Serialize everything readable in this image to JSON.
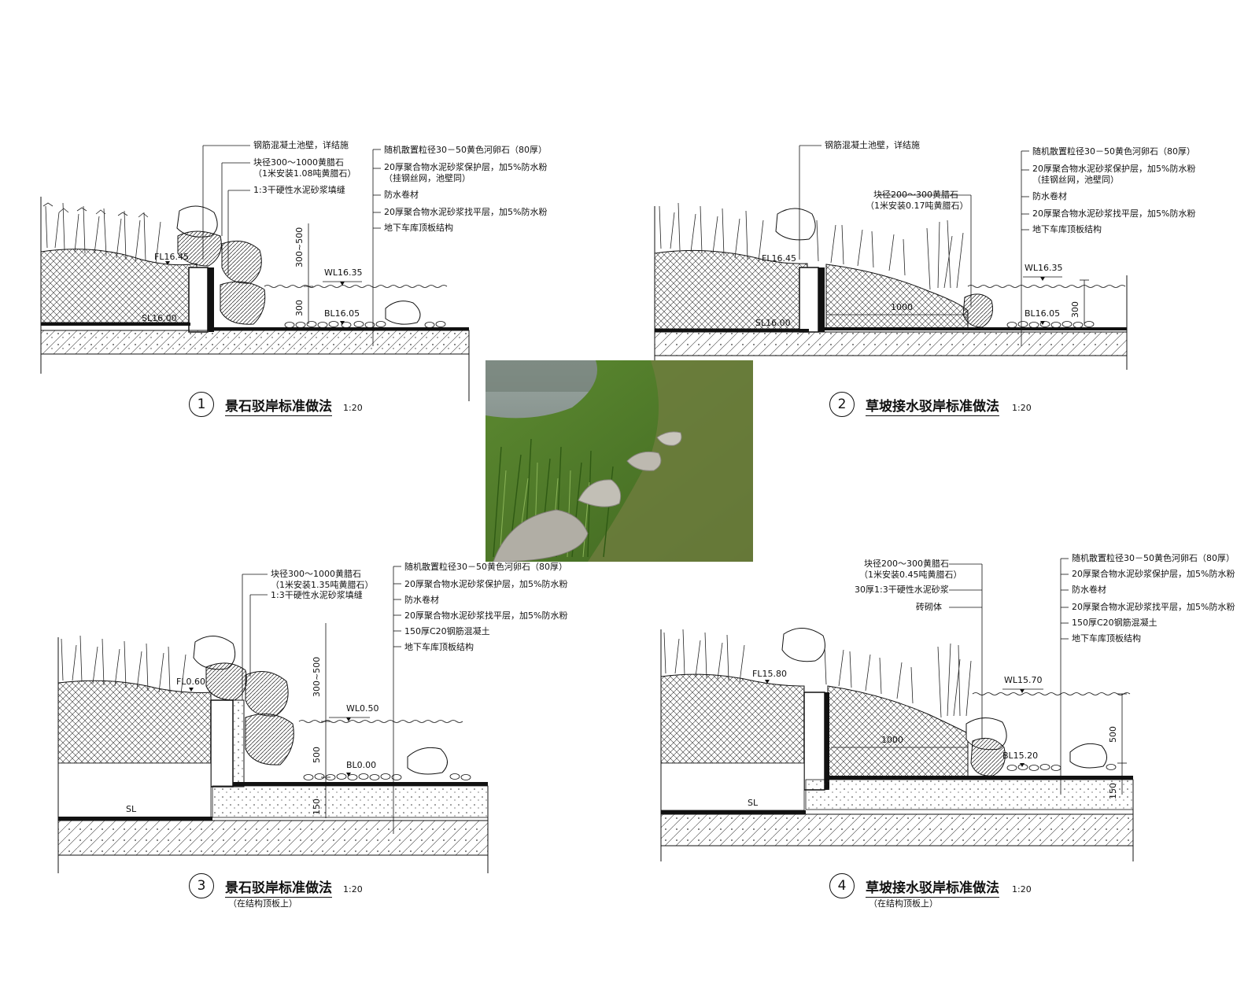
{
  "sections": [
    {
      "id": "s1",
      "number": "1",
      "title": "景石驳岸标准做法",
      "scale": "1:20",
      "subtitle": "",
      "labels_left": [
        "钢筋混凝土池壁，详结施",
        "块径300～1000黄腊石",
        "（1米安装1.08吨黄腊石）",
        "1:3干硬性水泥砂浆填缝"
      ],
      "labels_right": [
        "随机散置粒径30－50黄色河卵石（80厚）",
        "20厚聚合物水泥砂浆保护层，加5%防水粉",
        "（挂钢丝网，池壁同）",
        "防水卷材",
        "20厚聚合物水泥砂浆找平层，加5%防水粉",
        "地下车库顶板结构"
      ],
      "levels": {
        "wl": "WL16.35",
        "bl": "BL16.05",
        "sl": "SL16.00",
        "top": "FL16.45"
      },
      "dims": [
        "300~500",
        "300"
      ]
    },
    {
      "id": "s2",
      "number": "2",
      "title": "草坡接水驳岸标准做法",
      "scale": "1:20",
      "subtitle": "",
      "labels_left": [
        "钢筋混凝土池壁，详结施",
        "块径200～300黄腊石",
        "（1米安装0.17吨黄腊石）"
      ],
      "labels_right": [
        "随机散置粒径30－50黄色河卵石（80厚）",
        "20厚聚合物水泥砂浆保护层，加5%防水粉",
        "（挂钢丝网，池壁同）",
        "防水卷材",
        "20厚聚合物水泥砂浆找平层，加5%防水粉",
        "地下车库顶板结构"
      ],
      "levels": {
        "wl": "WL16.35",
        "bl": "BL16.05",
        "sl": "SL16.00",
        "top": "FL16.45"
      },
      "dims": [
        "1000",
        "300"
      ]
    },
    {
      "id": "s3",
      "number": "3",
      "title": "景石驳岸标准做法",
      "scale": "1:20",
      "subtitle": "（在结构顶板上）",
      "labels_left": [
        "块径300～1000黄腊石",
        "（1米安装1.35吨黄腊石）",
        "1:3干硬性水泥砂浆填缝"
      ],
      "labels_right": [
        "随机散置粒径30－50黄色河卵石（80厚）",
        "20厚聚合物水泥砂浆保护层，加5%防水粉",
        "防水卷材",
        "20厚聚合物水泥砂浆找平层，加5%防水粉",
        "150厚C20钢筋混凝土",
        "地下车库顶板结构"
      ],
      "levels": {
        "wl": "WL0.50",
        "bl": "BL0.00",
        "sl": "SL",
        "top": "FL0.60"
      },
      "dims": [
        "300~500",
        "500",
        "150"
      ]
    },
    {
      "id": "s4",
      "number": "4",
      "title": "草坡接水驳岸标准做法",
      "scale": "1:20",
      "subtitle": "（在结构顶板上）",
      "labels_left": [
        "块径200～300黄腊石",
        "（1米安装0.45吨黄腊石）",
        "30厚1:3干硬性水泥砂浆",
        "砖砌体"
      ],
      "labels_right": [
        "随机散置粒径30－50黄色河卵石（80厚）",
        "20厚聚合物水泥砂浆保护层，加5%防水粉",
        "防水卷材",
        "20厚聚合物水泥砂浆找平层，加5%防水粉",
        "150厚C20钢筋混凝土",
        "地下车库顶板结构"
      ],
      "levels": {
        "wl": "WL15.70",
        "bl": "BL15.20",
        "sl": "SL",
        "top": "FL15.80"
      },
      "dims": [
        "1000",
        "500",
        "150"
      ]
    }
  ],
  "colors": {
    "ink": "#111111",
    "grass": "#4f7a2c",
    "water": "#7d8c8a",
    "rock": "#a7a49b"
  }
}
